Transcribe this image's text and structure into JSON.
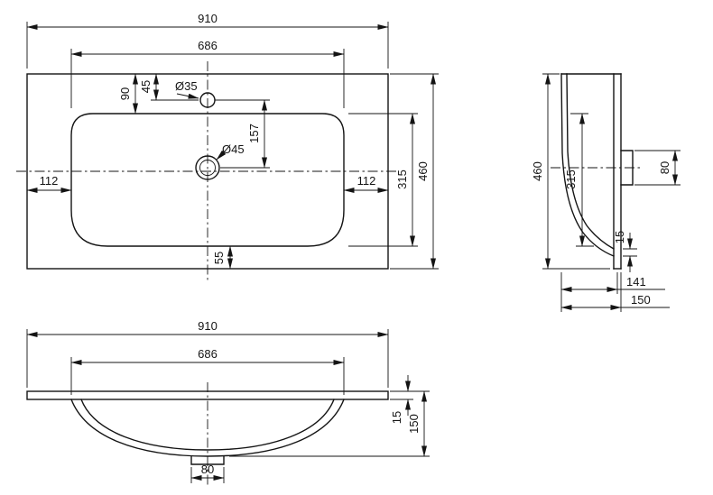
{
  "style": {
    "line_color": "#141414",
    "background": "#ffffff"
  },
  "drawing": {
    "top_view": {
      "width_total": "910",
      "width_basin": "686",
      "basin_front_offset": "90",
      "faucet_offset": "45",
      "faucet_hole_dia": "Ø35",
      "drain_hole_dia": "Ø45",
      "faucet_to_drain": "157",
      "margin_left": "112",
      "margin_right": "112",
      "basin_depth": "315",
      "depth_total": "460",
      "basin_back_offset": "55"
    },
    "side_view": {
      "depth_total": "460",
      "basin_depth": "315",
      "drain_box_height": "80",
      "shell_thickness": "15",
      "bowl_depth": "141",
      "height_total": "150"
    },
    "front_view": {
      "width_total": "910",
      "width_basin": "686",
      "slab_thickness": "15",
      "height_total": "150",
      "drain_width": "80"
    }
  }
}
